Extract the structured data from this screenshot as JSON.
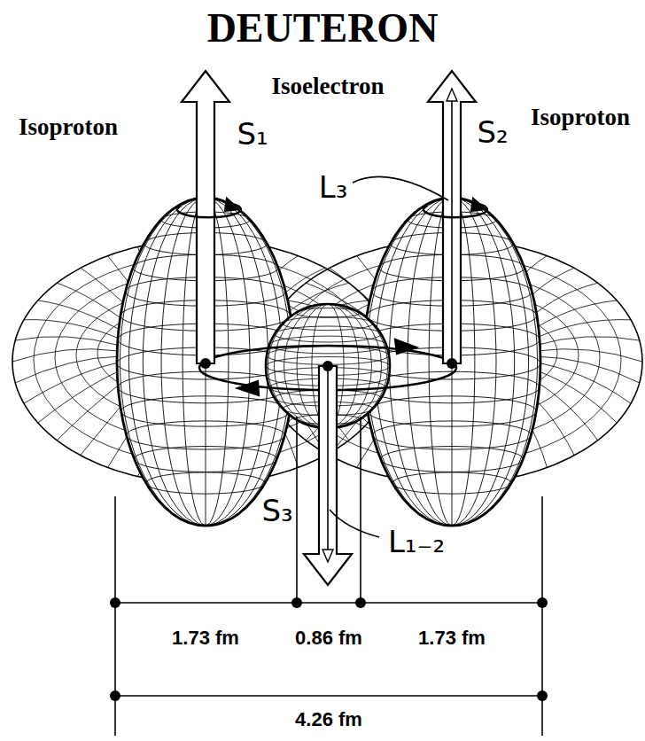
{
  "diagram": {
    "title": "DEUTERON",
    "labels": [
      "Isoelectron",
      "Isoproton",
      "S₁",
      "S₂",
      "Isoproton",
      "L₃",
      "S₃",
      "L₁₋₂",
      "1.73 fm",
      "0.86 fm",
      "1.73 fm",
      "4.26 fm"
    ]
  }
}
